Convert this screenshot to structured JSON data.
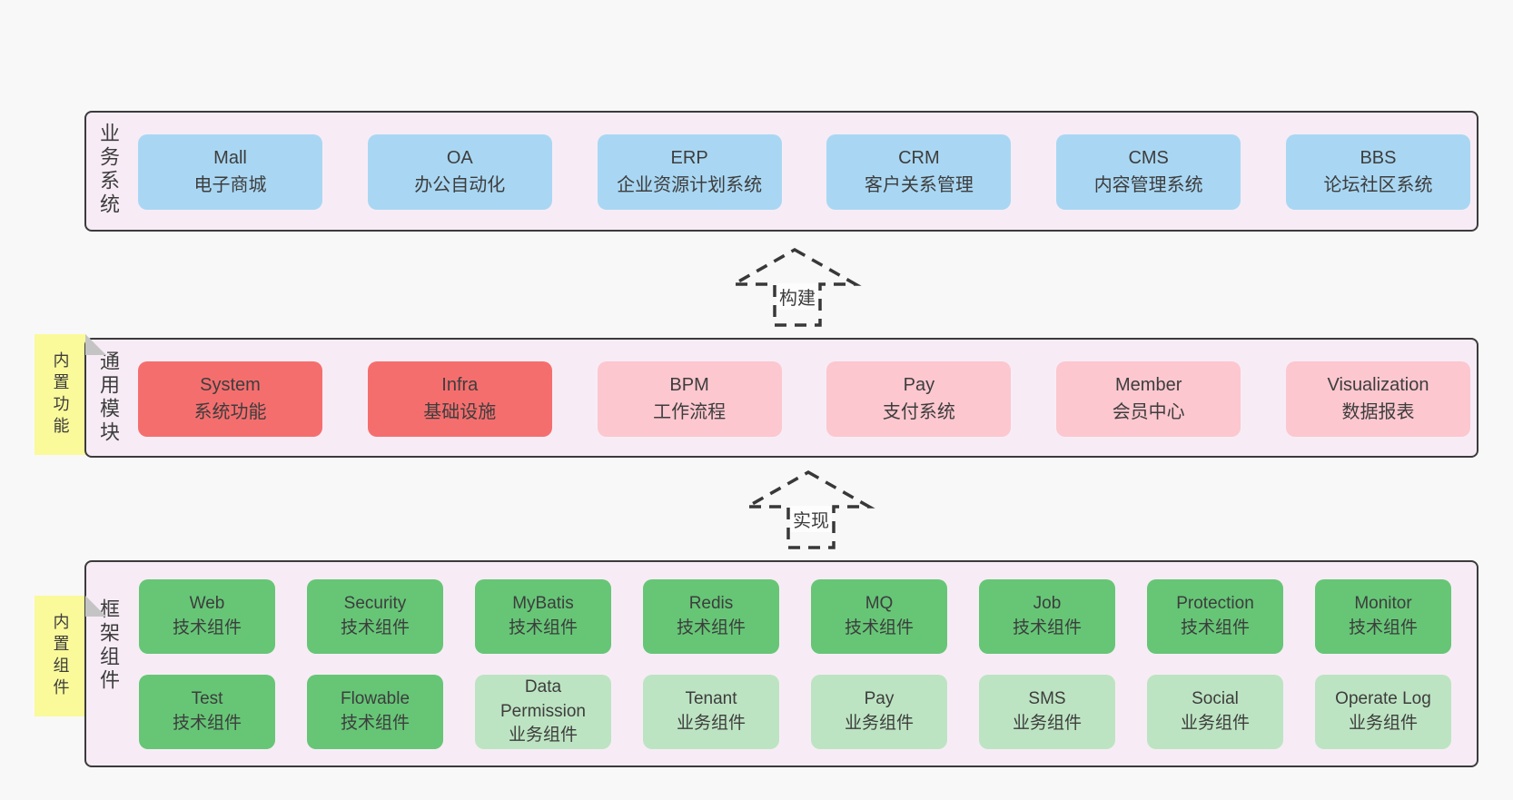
{
  "colors": {
    "page-bg": "#f8f8f8",
    "panel-bg": "#f7ecf5",
    "panel-border": "#3b3b3b",
    "box-blue": "#a9d7f3",
    "box-red": "#f56e6e",
    "box-pink": "#fcc7cf",
    "box-green": "#66c676",
    "box-green-light": "#bde4c2",
    "sticky-yellow": "#fafa9b",
    "sticky-fold": "#c4c4c4",
    "text": "#3d3d3d",
    "arrow-dash": "#383838"
  },
  "business": {
    "label": "业务系统",
    "boxes": [
      {
        "name": "Mall",
        "desc": "电子商城"
      },
      {
        "name": "OA",
        "desc": "办公自动化"
      },
      {
        "name": "ERP",
        "desc": "企业资源计划系统"
      },
      {
        "name": "CRM",
        "desc": "客户关系管理"
      },
      {
        "name": "CMS",
        "desc": "内容管理系统"
      },
      {
        "name": "BBS",
        "desc": "论坛社区系统"
      }
    ]
  },
  "build_arrow": {
    "label": "构建"
  },
  "modules": {
    "label": "通用模块",
    "sticky": "内置功能",
    "boxes": [
      {
        "name": "System",
        "desc": "系统功能"
      },
      {
        "name": "Infra",
        "desc": "基础设施"
      },
      {
        "name": "BPM",
        "desc": "工作流程"
      },
      {
        "name": "Pay",
        "desc": "支付系统"
      },
      {
        "name": "Member",
        "desc": "会员中心"
      },
      {
        "name": "Visualization",
        "desc": "数据报表"
      }
    ]
  },
  "implement_arrow": {
    "label": "实现"
  },
  "components": {
    "label": "框架组件",
    "sticky": "内置组件",
    "row1": [
      {
        "name": "Web",
        "desc": "技术组件"
      },
      {
        "name": "Security",
        "desc": "技术组件"
      },
      {
        "name": "MyBatis",
        "desc": "技术组件"
      },
      {
        "name": "Redis",
        "desc": "技术组件"
      },
      {
        "name": "MQ",
        "desc": "技术组件"
      },
      {
        "name": "Job",
        "desc": "技术组件"
      },
      {
        "name": "Protection",
        "desc": "技术组件"
      },
      {
        "name": "Monitor",
        "desc": "技术组件"
      }
    ],
    "row2": [
      {
        "name": "Test",
        "desc": "技术组件"
      },
      {
        "name": "Flowable",
        "desc": "技术组件"
      },
      {
        "name": "Data Permission",
        "desc": "业务组件"
      },
      {
        "name": "Tenant",
        "desc": "业务组件"
      },
      {
        "name": "Pay",
        "desc": "业务组件"
      },
      {
        "name": "SMS",
        "desc": "业务组件"
      },
      {
        "name": "Social",
        "desc": "业务组件"
      },
      {
        "name": "Operate Log",
        "desc": "业务组件"
      }
    ]
  }
}
